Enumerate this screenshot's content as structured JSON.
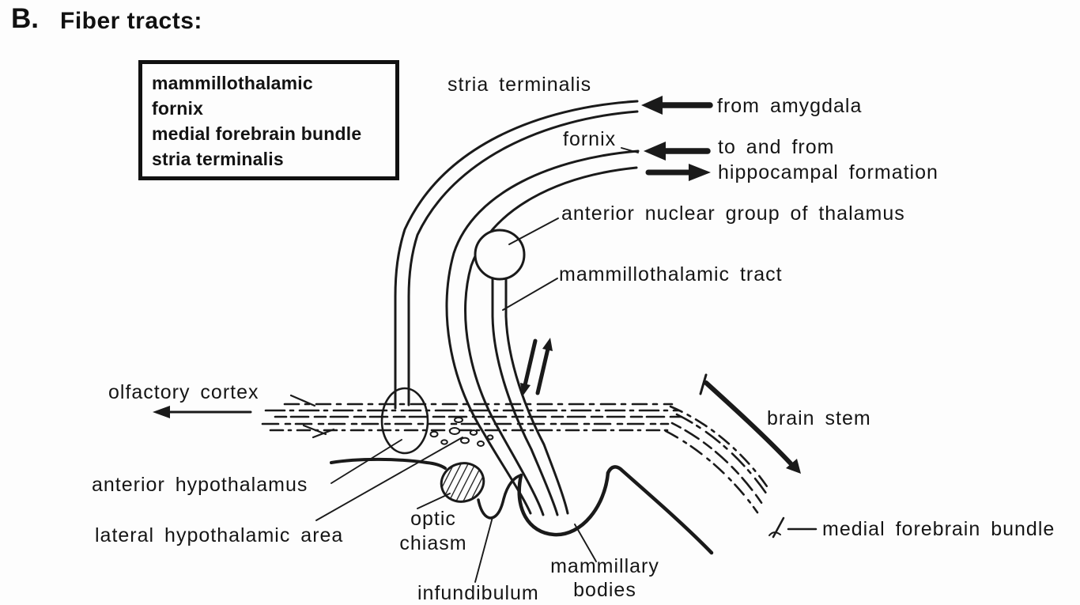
{
  "title": {
    "prefix": "B.",
    "text": "Fiber tracts:"
  },
  "legend": {
    "items": [
      "mammillothalamic",
      "fornix",
      "medial forebrain bundle",
      "stria terminalis"
    ]
  },
  "labels": {
    "stria_terminalis": "stria terminalis",
    "from_amygdala": "from amygdala",
    "fornix": "fornix",
    "to_and_from": "to and from",
    "hippocampal_formation": "hippocampal formation",
    "anterior_nuclear_group": "anterior nuclear group of thalamus",
    "mammillothalamic_tract": "mammillothalamic tract",
    "olfactory_cortex": "olfactory cortex",
    "brain_stem": "brain stem",
    "anterior_hypothalamus": "anterior hypothalamus",
    "lateral_hypothalamic_area": "lateral hypothalamic area",
    "optic": "optic",
    "chiasm": "chiasm",
    "infundibulum": "infundibulum",
    "mammillary": "mammillary",
    "bodies": "bodies",
    "medial_forebrain_bundle": "medial forebrain bundle"
  },
  "colors": {
    "ink": "#1a1a1a",
    "background": "#fdfdfd"
  }
}
